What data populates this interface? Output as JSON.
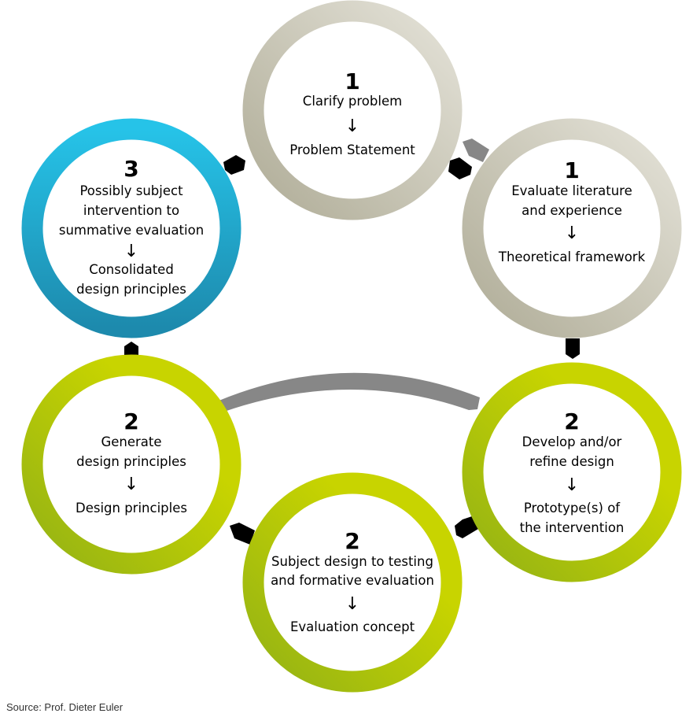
{
  "steps": [
    {
      "number": "1",
      "lines": [
        "Clarify problem"
      ],
      "result": [
        "Problem Statement"
      ],
      "color": "gray"
    },
    {
      "number": "1",
      "lines": [
        "Evaluate literature",
        "and experience"
      ],
      "result": [
        "Theoretical framework"
      ],
      "color": "gray"
    },
    {
      "number": "2",
      "lines": [
        "Develop and/or",
        "refine design"
      ],
      "result": [
        "Prototype(s) of",
        "the intervention"
      ],
      "color": "green"
    },
    {
      "number": "2",
      "lines": [
        "Subject design to testing",
        "and formative evaluation"
      ],
      "result": [
        "Evaluation concept"
      ],
      "color": "green"
    },
    {
      "number": "2",
      "lines": [
        "Generate",
        "design principles"
      ],
      "result": [
        "Design principles"
      ],
      "color": "green"
    },
    {
      "number": "3",
      "lines": [
        "Possibly subject",
        "intervention to",
        "summative evaluation"
      ],
      "result": [
        "Consolidated",
        "design principles"
      ],
      "color": "blue"
    }
  ],
  "arrow_glyph": "↓",
  "source": "Source: Prof. Dieter Euler",
  "colors": {
    "gray_light": "#e2e0d6",
    "gray_dark": "#b3b09c",
    "green_light": "#c8d400",
    "green_dark": "#97b414",
    "blue_light": "#26c2e6",
    "blue_dark": "#1e8db0",
    "connector": "#000000",
    "feedback": "#878787"
  }
}
